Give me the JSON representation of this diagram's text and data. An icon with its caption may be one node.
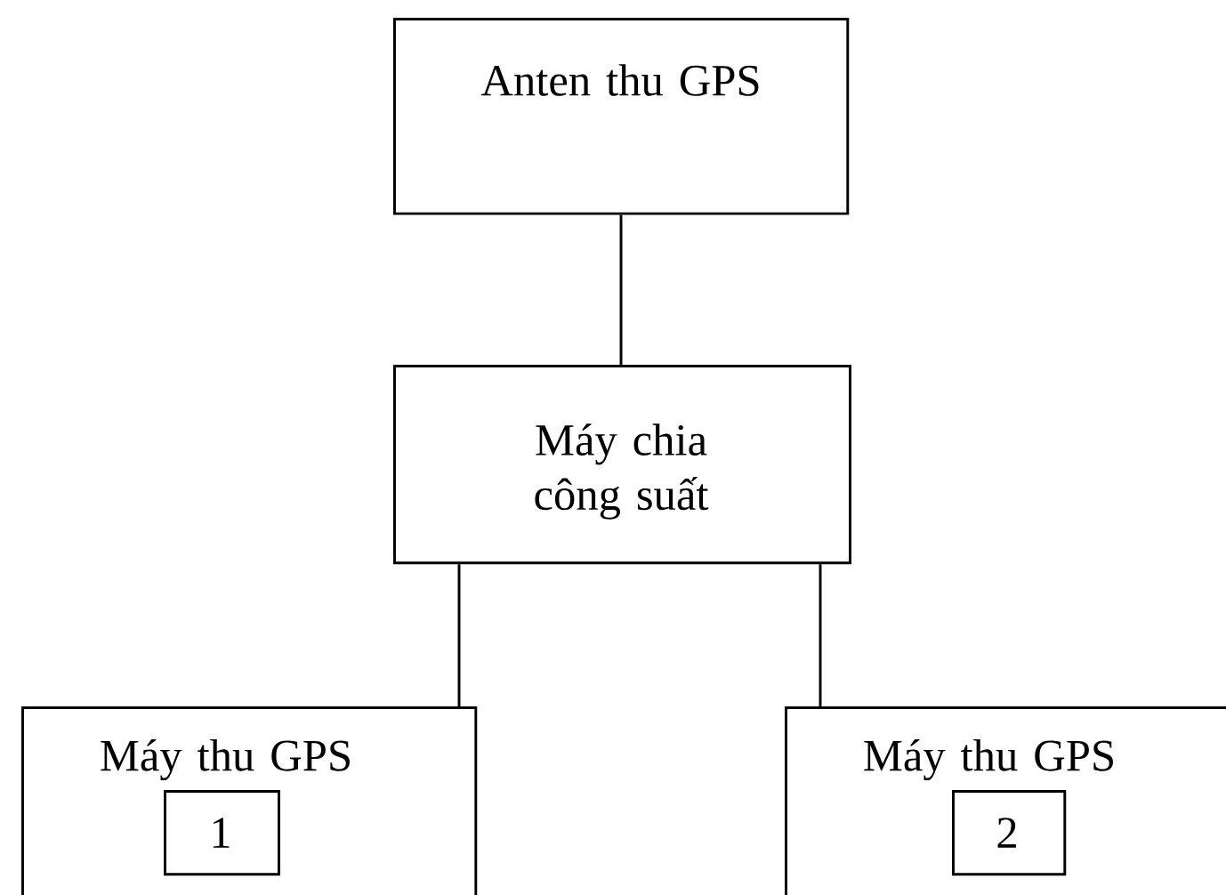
{
  "diagram": {
    "nodes": [
      {
        "text": [
          "Anten thu GPS"
        ]
      },
      {
        "text": [
          "Máy chia công suất"
        ]
      },
      {
        "text": [
          "Máy thu GPS"
        ]
      },
      {
        "text": [
          "1"
        ],
        "in": 2
      },
      {
        "text": [
          "Máy thu GPS"
        ]
      },
      {
        "text": [
          "2"
        ],
        "in": 4
      }
    ],
    "edges": [
      {
        "from": 0,
        "to": 1,
        "arrow": "none"
      },
      {
        "from": 1,
        "to": 2,
        "arrow": "none"
      },
      {
        "from": 1,
        "to": 4,
        "arrow": "none"
      }
    ]
  }
}
